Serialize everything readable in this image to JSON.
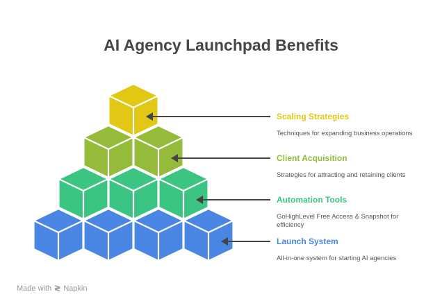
{
  "title": "AI Agency Launchpad Benefits",
  "levels": [
    {
      "name": "Scaling Strategies",
      "description": "Techniques for expanding business operations",
      "color": "#e0c814",
      "cubes": 1
    },
    {
      "name": "Client Acquisition",
      "description": "Strategies for attracting and retaining clients",
      "color": "#94bb3a",
      "cubes": 2
    },
    {
      "name": "Automation Tools",
      "description": "GoHighLevel Free Access & Snapshot for efficiency",
      "color": "#3cc482",
      "cubes": 3
    },
    {
      "name": "Launch System",
      "description": "All-in-one system for starting AI agencies",
      "color": "#4a86e4",
      "cubes": 4
    }
  ],
  "footer": {
    "made_with": "Made with",
    "brand": "Napkin"
  }
}
